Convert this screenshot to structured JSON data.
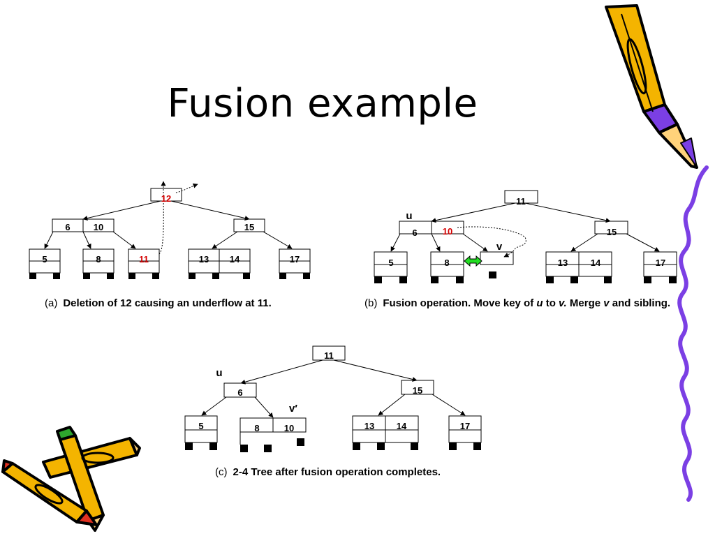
{
  "title": "Fusion example",
  "colors": {
    "highlight_key": "#d40000",
    "arrow_green": "#22dd22"
  },
  "icons": [
    "pencil-icon",
    "crossed-pencils-icon",
    "purple-squiggle-border-icon"
  ],
  "diagram_a": {
    "root": "12",
    "left": [
      "6",
      "10"
    ],
    "right": "15",
    "leaves": [
      "5",
      "8",
      "11",
      "13",
      "14",
      "17"
    ],
    "caption_tag": "(a)",
    "caption": "Deletion of 12 causing an underflow at 11."
  },
  "diagram_b": {
    "root": "11",
    "left": [
      "6",
      "10"
    ],
    "right": "15",
    "leaves": [
      "5",
      "8",
      "13",
      "14",
      "17"
    ],
    "label_u": "u",
    "label_v": "v",
    "caption_tag": "(b)",
    "caption_p1": "Fusion operation.  Move key of ",
    "caption_u": "u",
    "caption_p2": " to ",
    "caption_v": "v.",
    "caption_p3": "  Merge ",
    "caption_v2": "v",
    "caption_p4": " and sibling."
  },
  "diagram_c": {
    "root": "11",
    "left": "6",
    "right": "15",
    "leaves": [
      "5",
      "8",
      "10",
      "13",
      "14",
      "17"
    ],
    "label_u": "u",
    "label_v": "v′",
    "caption_tag": "(c)",
    "caption": "2-4 Tree after fusion operation completes."
  }
}
